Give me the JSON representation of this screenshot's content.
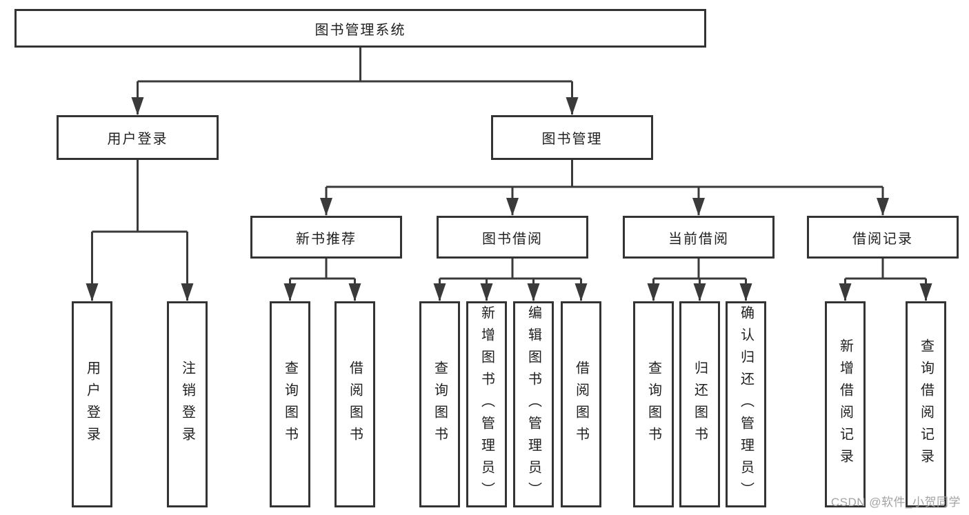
{
  "tree": {
    "label": "图书管理系统",
    "children": [
      {
        "label": "用户登录",
        "children": [
          {
            "label": "用户登录"
          },
          {
            "label": "注销登录"
          }
        ]
      },
      {
        "label": "图书管理",
        "children": [
          {
            "label": "新书推荐",
            "children": [
              {
                "label": "查询图书"
              },
              {
                "label": "借阅图书"
              }
            ]
          },
          {
            "label": "图书借阅",
            "children": [
              {
                "label": "查询图书"
              },
              {
                "label": "新增图书（管理员）"
              },
              {
                "label": "编辑图书（管理员）"
              },
              {
                "label": "借阅图书"
              }
            ]
          },
          {
            "label": "当前借阅",
            "children": [
              {
                "label": "查询图书"
              },
              {
                "label": "归还图书"
              },
              {
                "label": "确认归还（管理员）"
              }
            ]
          },
          {
            "label": "借阅记录",
            "children": [
              {
                "label": "新增借阅记录"
              },
              {
                "label": "查询借阅记录"
              }
            ]
          }
        ]
      }
    ]
  },
  "watermark": "CSDN @软件_小贺同学",
  "colors": {
    "line": "#3a3a3a",
    "box-border": "#333333",
    "text": "#1f1f1f",
    "watermark": "#a3a3a3",
    "background": "#ffffff"
  }
}
